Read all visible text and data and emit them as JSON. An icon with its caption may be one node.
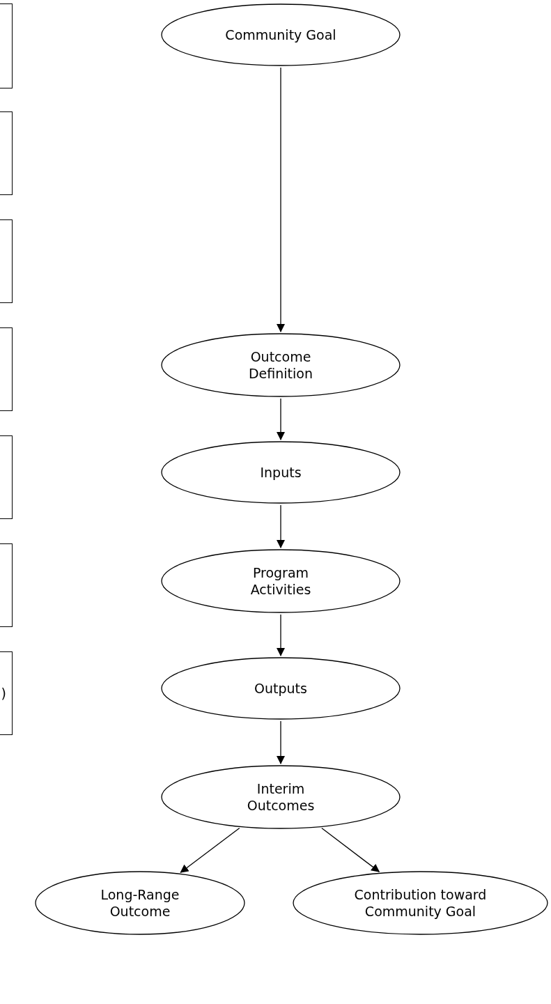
{
  "diagram": {
    "nodes": [
      {
        "text": [],
        "shape": "box"
      },
      {
        "text": [],
        "shape": "box"
      },
      {
        "text": [],
        "shape": "box"
      },
      {
        "text": [],
        "shape": "box"
      },
      {
        "text": [],
        "shape": "box"
      },
      {
        "text": [],
        "shape": "box"
      },
      {
        "text": [
          ")"
        ]
      },
      {
        "text": [
          "Community Goal"
        ]
      },
      {
        "text": [
          "Outcome Definition"
        ]
      },
      {
        "text": [
          "Inputs"
        ]
      },
      {
        "text": [
          "Program Activities"
        ]
      },
      {
        "text": [
          "Outputs"
        ]
      },
      {
        "text": [
          "Interim Outcomes"
        ]
      },
      {
        "text": [
          "Long-Range Outcome"
        ]
      },
      {
        "text": [
          "Contribution toward Community Goal"
        ]
      }
    ],
    "edges": [
      {
        "from": 7,
        "to": 8,
        "arrow": "to"
      },
      {
        "from": 8,
        "to": 9,
        "arrow": "to"
      },
      {
        "from": 9,
        "to": 10,
        "arrow": "to"
      },
      {
        "from": 10,
        "to": 11,
        "arrow": "to"
      },
      {
        "from": 11,
        "to": 12,
        "arrow": "to"
      },
      {
        "from": 12,
        "to": 13,
        "arrow": "to"
      },
      {
        "from": 12,
        "to": 14,
        "arrow": "to"
      }
    ]
  }
}
